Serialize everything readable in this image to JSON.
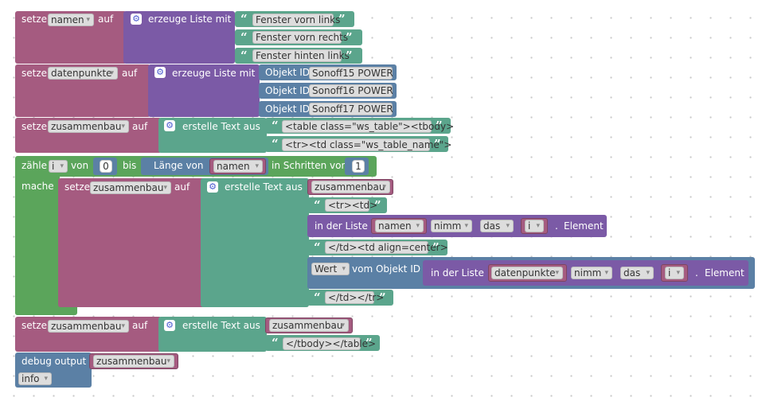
{
  "kw": {
    "set": "setze",
    "to": "auf",
    "create_list": "erzeuge Liste mit",
    "create_text": "erstelle Text aus",
    "object_id": "Objekt ID",
    "count": "zähle",
    "from": "von",
    "until": "bis",
    "length_of": "Länge von",
    "in_steps": "in Schritten von",
    "do": "mache",
    "in_list": "in der Liste",
    "get": "nimm",
    "the": "das",
    "dot": ".",
    "element": "Element",
    "value": "Wert",
    "from_object_id": "vom Objekt ID",
    "debug_output": "debug output",
    "log_level": "info"
  },
  "vars": {
    "names": "namen",
    "datapoints": "datenpunkte",
    "assembly": "zusammenbau",
    "i": "i"
  },
  "names_list": [
    "Fenster vorn links",
    "Fenster vorn rechts",
    "Fenster hinten links"
  ],
  "object_ids": [
    "Sonoff15 POWER",
    "Sonoff16 POWER",
    "Sonoff17 POWER"
  ],
  "assembly_init": [
    "<table class=\"ws_table\"><tbody>",
    "<tr><td class=\"ws_table_name\">"
  ],
  "loop": {
    "from": "0",
    "step": "1",
    "texts": [
      "<tr><td>",
      "</td><td align=center>",
      "</td></tr>"
    ]
  },
  "closing_text": "</tbody></table>"
}
